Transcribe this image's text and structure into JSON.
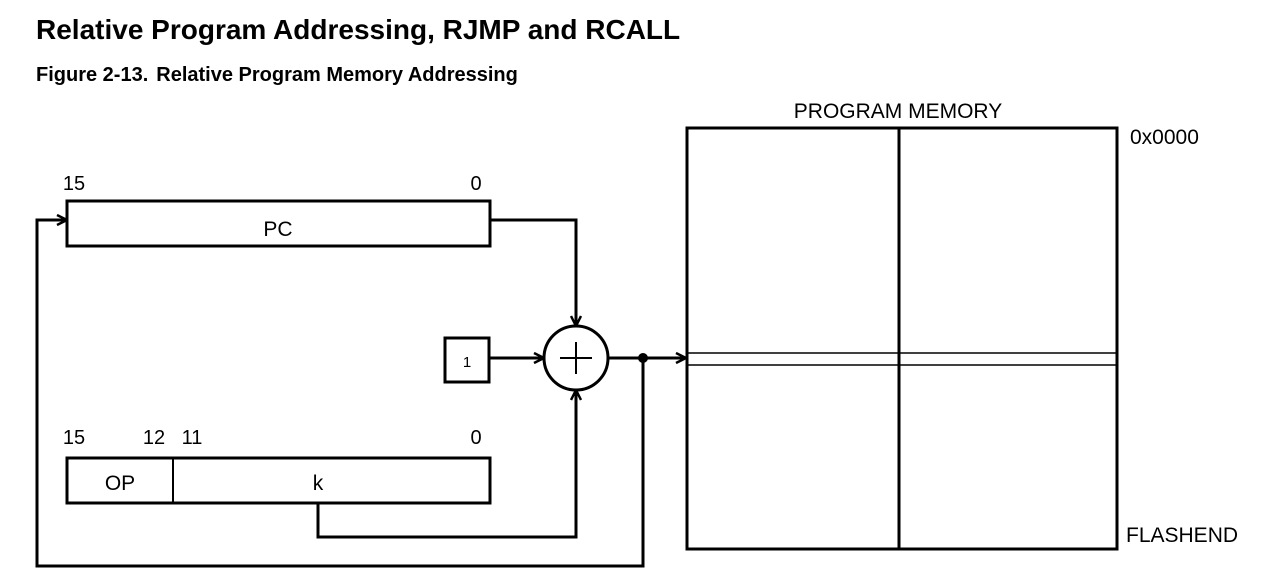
{
  "header": {
    "title": "Relative Program Addressing, RJMP and RCALL",
    "figure_number": "Figure 2-13.",
    "figure_title": "Relative Program Memory Addressing"
  },
  "diagram": {
    "pc_register": {
      "label": "PC",
      "bit_high": "15",
      "bit_low": "0"
    },
    "constant": {
      "value": "1"
    },
    "adder": {
      "symbol": "+"
    },
    "instruction": {
      "op_label": "OP",
      "k_label": "k",
      "bit_15": "15",
      "bit_12": "12",
      "bit_11": "11",
      "bit_0": "0"
    },
    "program_memory": {
      "title": "PROGRAM MEMORY",
      "start_address": "0x0000",
      "end_address": "FLASHEND"
    }
  }
}
